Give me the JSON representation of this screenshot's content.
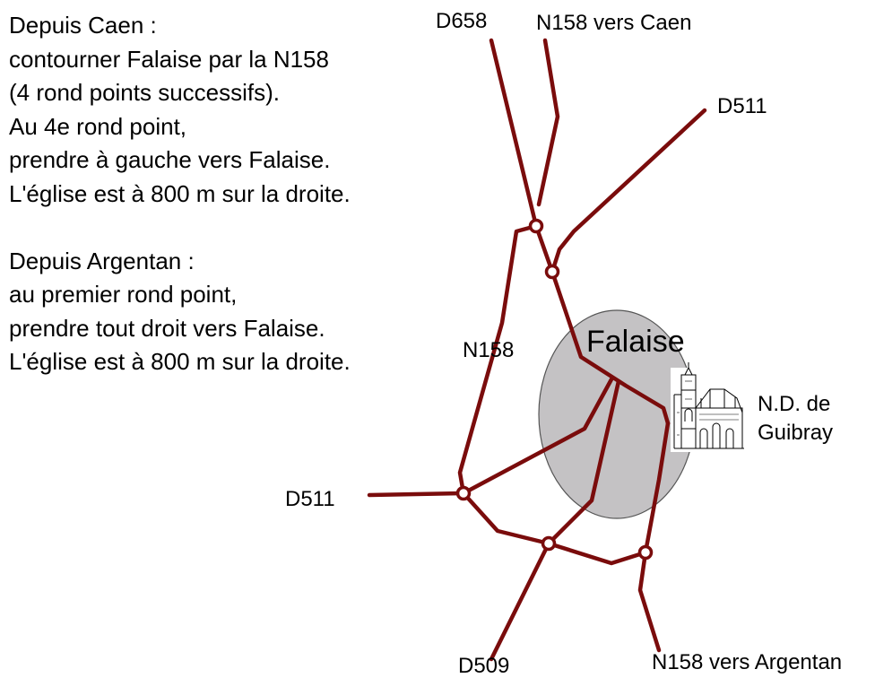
{
  "directions": {
    "from_caen": {
      "heading": "Depuis Caen :",
      "lines": [
        "contourner Falaise par la N158",
        "(4 rond points successifs).",
        "Au 4e rond point,",
        "prendre à gauche vers Falaise.",
        "L'église est à 800 m sur la droite."
      ]
    },
    "from_argentan": {
      "heading": "Depuis Argentan :",
      "lines": [
        "au premier rond point,",
        "prendre tout droit vers Falaise.",
        "L'église est à 800 m sur la droite."
      ]
    }
  },
  "map": {
    "town_label": "Falaise",
    "church_label_line1": "N.D. de",
    "church_label_line2": "Guibray",
    "road_labels": {
      "d658_north": "D658",
      "n158_north": "N158 vers Caen",
      "d511_northeast": "D511",
      "n158_bypass": "N158",
      "d511_west": "D511",
      "d509_south": "D509",
      "n158_south": "N158 vers Argentan"
    },
    "colors": {
      "road": "#7a0c0c",
      "town_fill": "#c4c2c4",
      "town_stroke": "#555555"
    }
  }
}
